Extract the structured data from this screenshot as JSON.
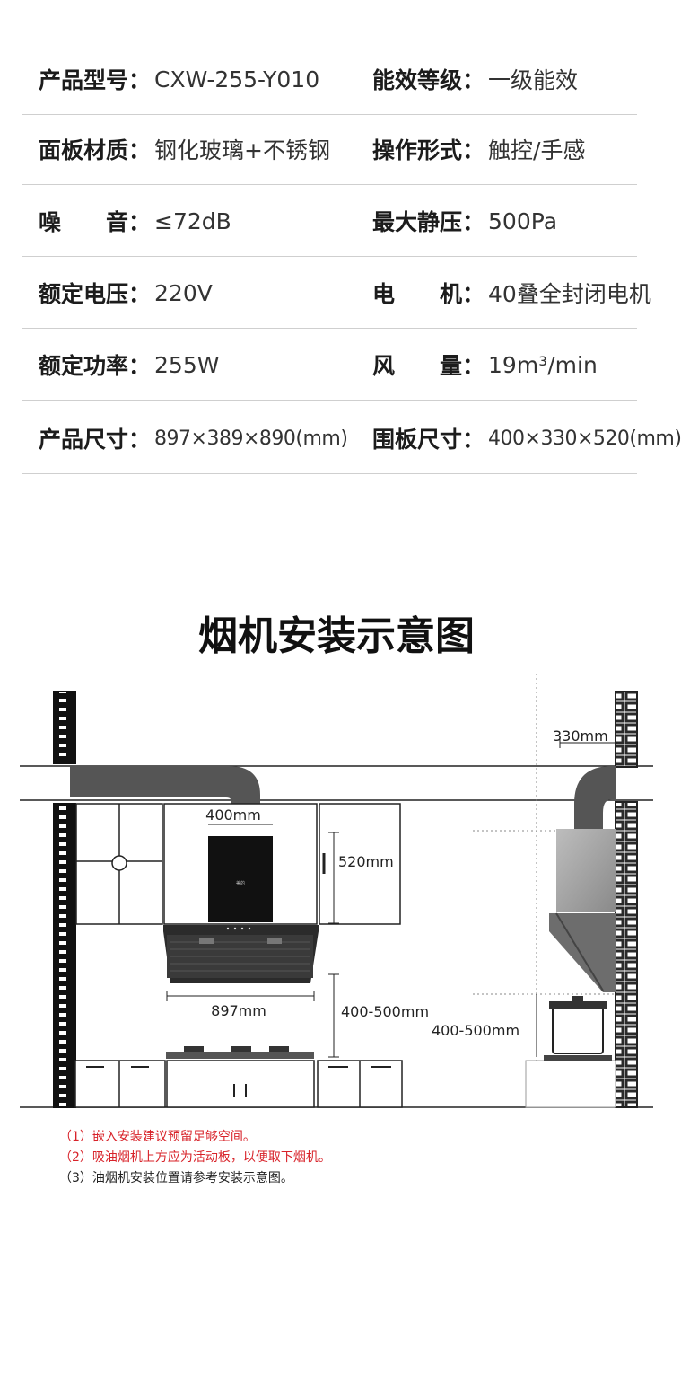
{
  "specs": [
    {
      "left_label": "产品型号",
      "left_value": "CXW-255-Y010",
      "right_label": "能效等级",
      "right_value": "一级能效"
    },
    {
      "left_label": "面板材质",
      "left_value": "钢化玻璃+不锈钢",
      "right_label": "操作形式",
      "right_value": "触控/手感"
    },
    {
      "left_label": "噪　　音",
      "left_value": "≤72dB",
      "right_label": "最大静压",
      "right_value": "500Pa"
    },
    {
      "left_label": "额定电压",
      "left_value": "220V",
      "right_label": "电　　机",
      "right_value": "40叠全封闭电机"
    },
    {
      "left_label": "额定功率",
      "left_value": "255W",
      "right_label": "风　　量",
      "right_value": "19m³/min"
    },
    {
      "left_label": "产品尺寸",
      "left_value": "897×389×890(mm)",
      "right_label": "围板尺寸",
      "right_value": "400×330×520(mm)"
    }
  ],
  "colon": "：",
  "diagram": {
    "title": "烟机安装示意图",
    "dim_400": "400mm",
    "dim_520": "520mm",
    "dim_897": "897mm",
    "dim_height_front": "400-500mm",
    "dim_330": "330mm",
    "dim_height_side": "400-500mm",
    "brand_mark": "美的"
  },
  "notes": [
    {
      "text": "（1）嵌入安装建议预留足够空间。",
      "color": "red"
    },
    {
      "text": "（2）吸油烟机上方应为活动板，以便取下烟机。",
      "color": "red"
    },
    {
      "text": "（3）油烟机安装位置请参考安装示意图。",
      "color": "dark"
    }
  ]
}
